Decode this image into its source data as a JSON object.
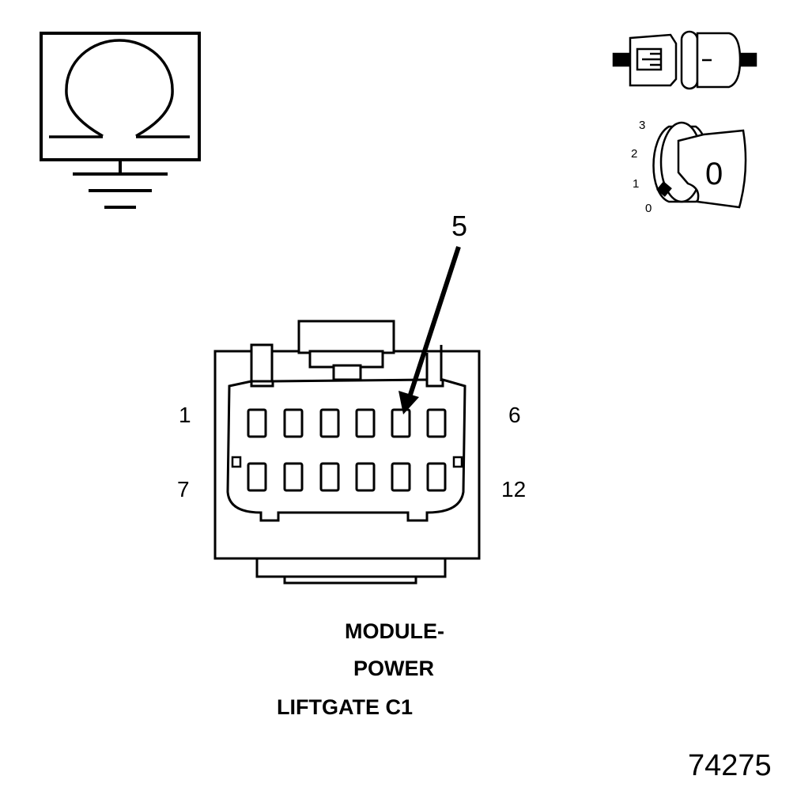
{
  "ohmmeter": {
    "symbol": "Ω"
  },
  "ignition_switch": {
    "positions": [
      "3",
      "2",
      "1",
      "0"
    ],
    "key_position": "0"
  },
  "connector": {
    "callout_pin": "5",
    "pin_labels": {
      "top_left": "1",
      "top_right": "6",
      "bottom_left": "7",
      "bottom_right": "12"
    }
  },
  "caption": {
    "line1": "MODULE-",
    "line2": "POWER",
    "line3": "LIFTGATE C1"
  },
  "figure_number": "74275"
}
